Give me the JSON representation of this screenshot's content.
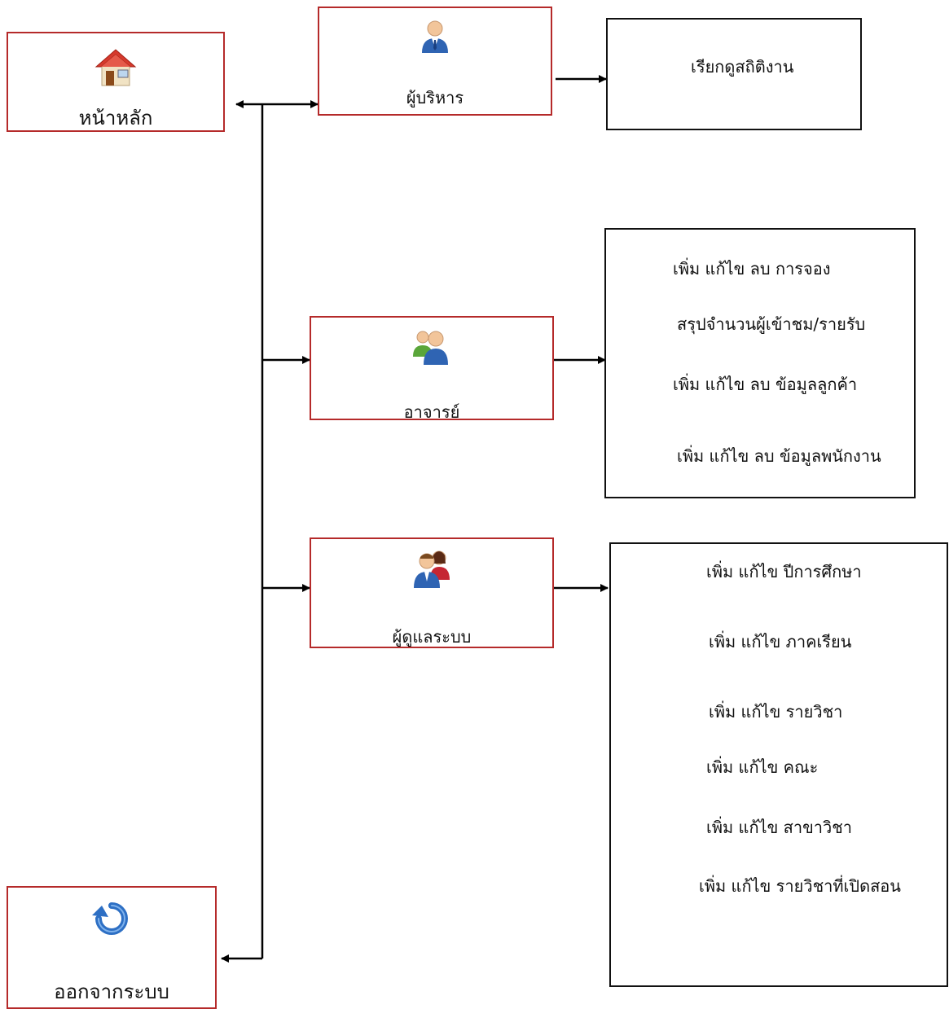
{
  "nodes": {
    "home": {
      "label": "หน้าหลัก",
      "icon": "home-icon"
    },
    "executive": {
      "label": "ผู้บริหาร",
      "icon": "executive-user-icon"
    },
    "teacher": {
      "label": "อาจารย์",
      "icon": "user-group-icon"
    },
    "admin": {
      "label": "ผู้ดูแลระบบ",
      "icon": "admin-users-icon"
    },
    "logout": {
      "label": "ออกจากระบบ",
      "icon": "refresh-icon"
    }
  },
  "panels": {
    "executive": {
      "items": [
        "เรียกดูสถิติงาน"
      ]
    },
    "teacher": {
      "items": [
        "เพิ่ม แก้ไข ลบ การจอง",
        "สรุปจำนวนผู้เข้าชม/รายรับ",
        "เพิ่ม แก้ไข ลบ ข้อมูลลูกค้า",
        "เพิ่ม แก้ไข ลบ ข้อมูลพนักงาน"
      ]
    },
    "admin": {
      "items": [
        "เพิ่ม แก้ไข ปีการศึกษา",
        "เพิ่ม แก้ไข ภาคเรียน",
        "เพิ่ม แก้ไข รายวิชา",
        "เพิ่ม แก้ไข คณะ",
        "เพิ่ม แก้ไข สาขาวิชา",
        "เพิ่ม แก้ไข รายวิชาที่เปิดสอน"
      ]
    }
  },
  "colors": {
    "node_border": "#b52a2a",
    "panel_border": "#111111",
    "line": "#000000"
  }
}
